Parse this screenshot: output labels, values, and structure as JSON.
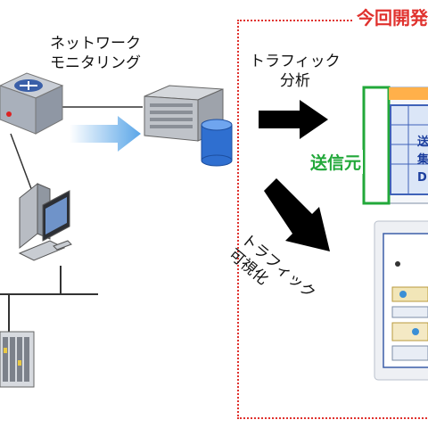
{
  "diagram": {
    "network_monitoring_label": [
      "ネットワーク",
      "モニタリング"
    ],
    "traffic_analysis_label": [
      "トラフィック",
      "分析"
    ],
    "traffic_visualization_label": [
      "トラフィック",
      "可視化"
    ],
    "development_scope_label": "今回開発",
    "sender_label": "送信元",
    "report_snippet": [
      "送",
      "集",
      "D"
    ],
    "colors": {
      "development_border": "#e0322e",
      "sender_text": "#22a83a",
      "flow_arrow": "#5aa6e8",
      "black_arrow": "#000000"
    }
  }
}
